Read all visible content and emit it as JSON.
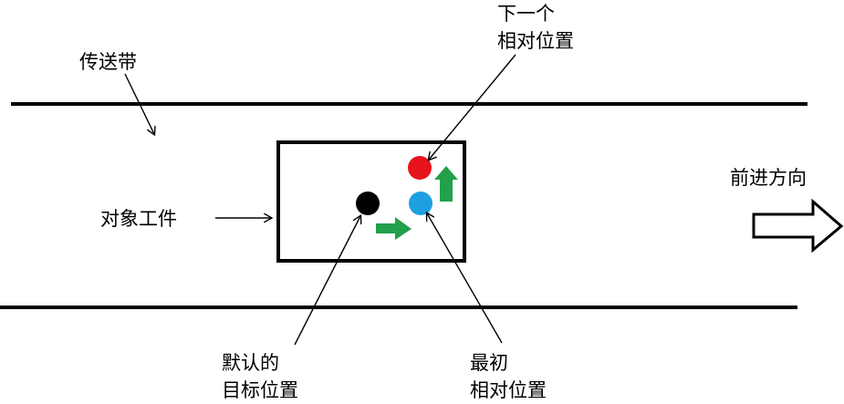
{
  "labels": {
    "conveyor": "传送带",
    "workpiece": "对象工件",
    "direction": "前进方向",
    "next_relative": [
      "下一个",
      "相对位置"
    ],
    "default_target": [
      "默认的",
      "目标位置"
    ],
    "initial_relative": [
      "最初",
      "相对位置"
    ]
  },
  "colors": {
    "line": "#000000",
    "target_point": "#000000",
    "next_point": "#e8141c",
    "initial_point": "#1e9fe0",
    "motion_arrow": "#22a04b"
  },
  "icons": {
    "direction_arrow": "hollow-right-arrow-icon",
    "motion_arrow": "filled-arrow-icon"
  }
}
